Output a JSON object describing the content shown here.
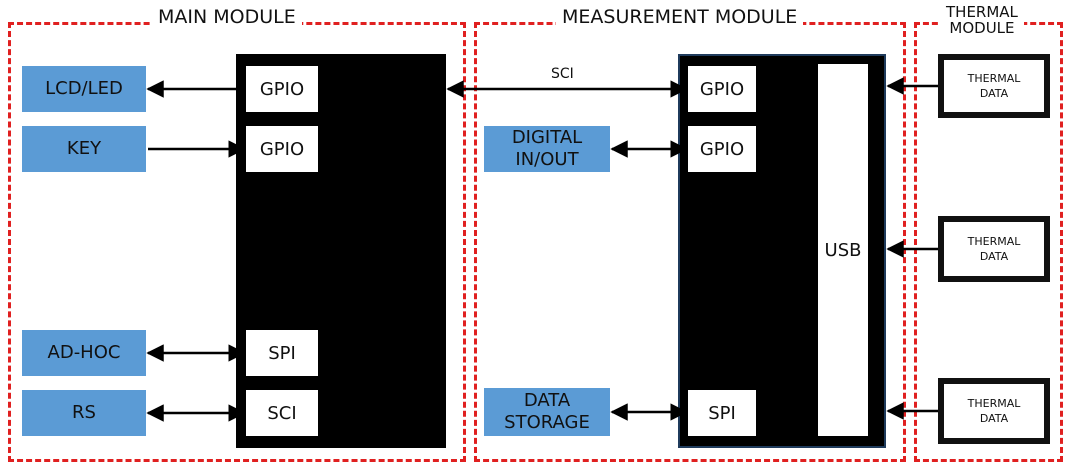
{
  "modules": {
    "main": {
      "title": "MAIN MODULE"
    },
    "measurement": {
      "title": "MEASUREMENT MODULE"
    },
    "thermal": {
      "title_line1": "THERMAL",
      "title_line2": "MODULE"
    }
  },
  "main_module": {
    "peripherals": [
      "LCD/LED",
      "KEY",
      "AD-HOC",
      "RS"
    ],
    "ports": [
      "GPIO",
      "GPIO",
      "SPI",
      "SCI"
    ]
  },
  "measurement_module": {
    "peripherals": [
      {
        "line1": "DIGITAL",
        "line2": "IN/OUT"
      },
      {
        "line1": "DATA",
        "line2": "STORAGE"
      }
    ],
    "ports": [
      "GPIO",
      "GPIO",
      "SPI"
    ],
    "usb_label": "USB"
  },
  "thermal_module": {
    "sensors": [
      {
        "line1": "THERMAL",
        "line2": "DATA"
      },
      {
        "line1": "THERMAL",
        "line2": "DATA"
      },
      {
        "line1": "THERMAL",
        "line2": "DATA"
      }
    ]
  },
  "links": {
    "inter_module_label": "SCI"
  },
  "colors": {
    "frame": "#e02020",
    "peripheral_fill": "#5b9bd5",
    "mcu_fill": "#000000",
    "arrow": "#000000"
  }
}
